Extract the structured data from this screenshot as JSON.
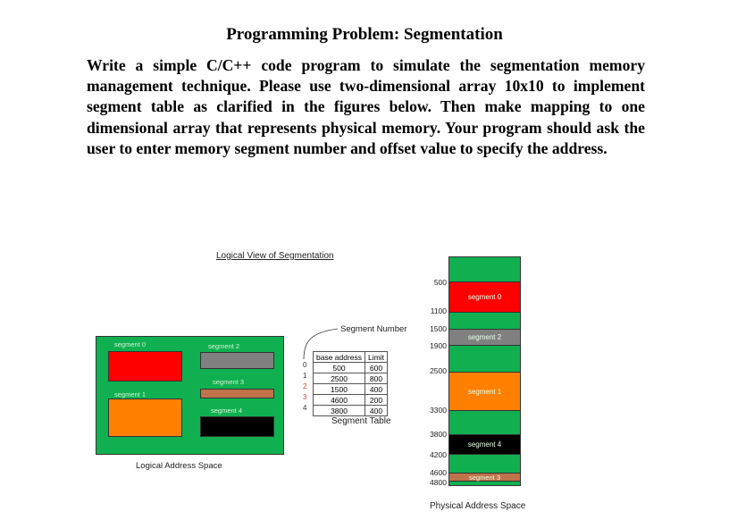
{
  "title": "Programming Problem: Segmentation",
  "body": "Write a simple C/C++ code program to simulate the segmentation memory management technique. Please use two-dimensional array 10x10 to implement segment table as clarified in the figures below. Then make mapping to one dimensional array that represents physical memory. Your program should ask the user to enter memory segment number and offset value to specify the address.",
  "figure": {
    "logical_view_title": "Logical View of Segmentation",
    "logical_address_space_label": "Logical Address Space",
    "segment_number_label": "Segment Number",
    "segment_table_label": "Segment Table",
    "physical_address_space_label": "Physical Address Space",
    "logical_segments": [
      {
        "label": "segment 0",
        "color": "#ff0000"
      },
      {
        "label": "segment 1",
        "color": "#ff7f00"
      },
      {
        "label": "segment 2",
        "color": "#808080"
      },
      {
        "label": "segment 3",
        "color": "#c0734a"
      },
      {
        "label": "segment 4",
        "color": "#000000"
      }
    ],
    "segment_table": {
      "headers": [
        "base address",
        "Limit"
      ],
      "rows": [
        {
          "index": "0",
          "base": "500",
          "limit": "600"
        },
        {
          "index": "1",
          "base": "2500",
          "limit": "800"
        },
        {
          "index": "2",
          "base": "1500",
          "limit": "400"
        },
        {
          "index": "3",
          "base": "4600",
          "limit": "200"
        },
        {
          "index": "4",
          "base": "3800",
          "limit": "400"
        }
      ]
    },
    "physical_memory": {
      "addresses": [
        "500",
        "1100",
        "1500",
        "1900",
        "2500",
        "3300",
        "3800",
        "4200",
        "4600",
        "4800"
      ],
      "segments": [
        {
          "label": "segment 0",
          "color": "#ff0000"
        },
        {
          "label": "segment 2",
          "color": "#808080"
        },
        {
          "label": "segment 1",
          "color": "#ff7f00"
        },
        {
          "label": "segment 4",
          "color": "#000000"
        },
        {
          "label": "segment 3",
          "color": "#c0734a"
        }
      ],
      "free_color": "#10b050"
    }
  }
}
